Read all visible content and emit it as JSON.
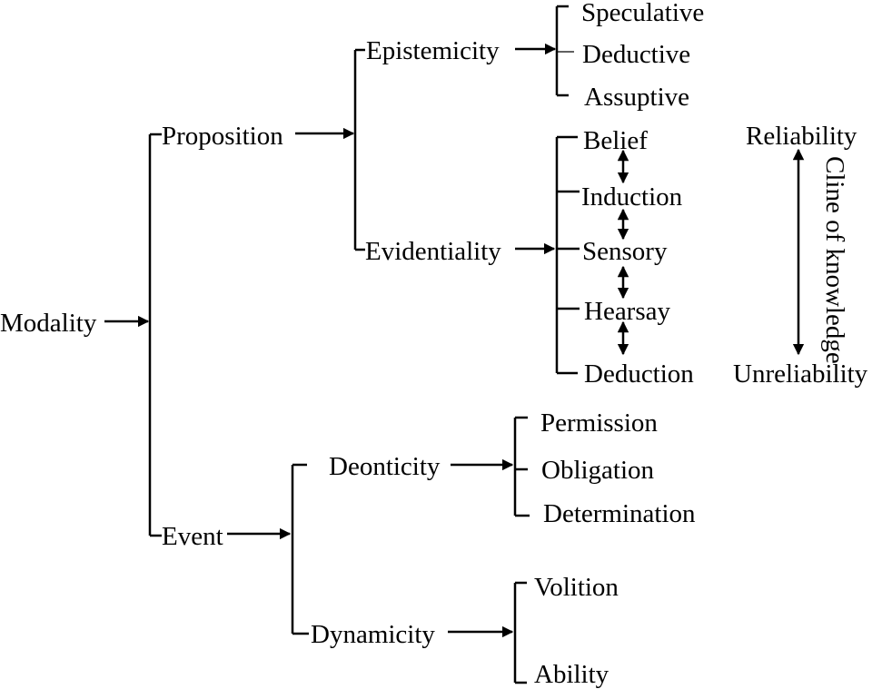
{
  "root": "Modality",
  "proposition": {
    "label": "Proposition",
    "epistemicity": {
      "label": "Epistemicity",
      "items": [
        "Speculative",
        "Deductive",
        "Assuptive"
      ]
    },
    "evidentiality": {
      "label": "Evidentiality",
      "items": [
        "Belief",
        "Induction",
        "Sensory",
        "Hearsay",
        "Deduction"
      ]
    }
  },
  "event": {
    "label": "Event",
    "deonticity": {
      "label": "Deonticity",
      "items": [
        "Permission",
        "Obligation",
        "Determination"
      ]
    },
    "dynamicity": {
      "label": "Dynamicity",
      "items": [
        "Volition",
        "Ability"
      ]
    }
  },
  "cline": {
    "top": "Reliability",
    "bottom": "Unreliability",
    "label": "Cline of knowledge"
  }
}
